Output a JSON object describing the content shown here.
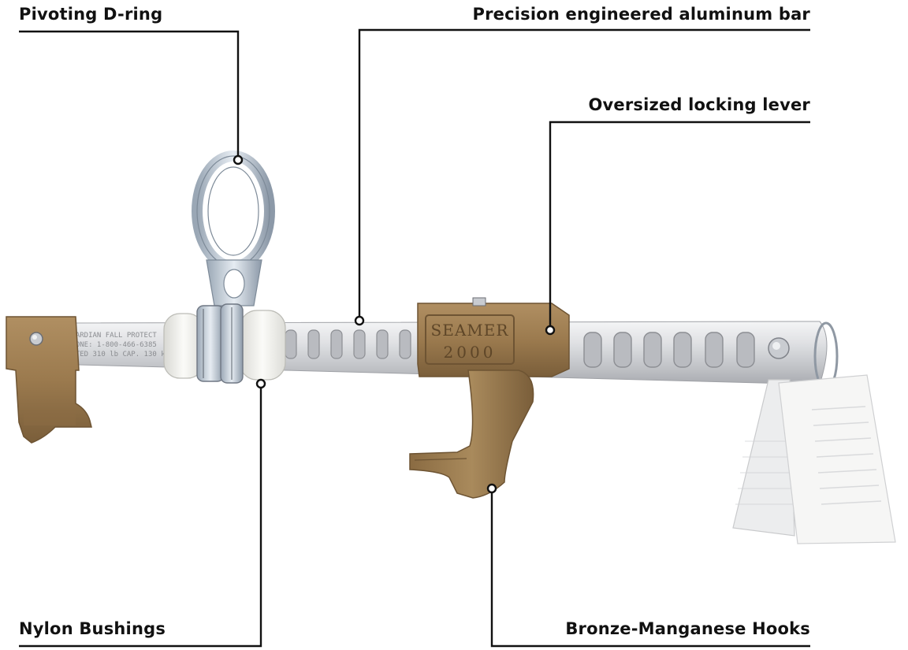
{
  "callouts": {
    "d_ring": "Pivoting D-ring",
    "aluminum_bar": "Precision engineered aluminum bar",
    "locking_lever": "Oversized locking lever",
    "nylon_bushings": "Nylon Bushings",
    "hooks": "Bronze-Manganese Hooks"
  },
  "product": {
    "name_line1": "SEAMER",
    "name_line2": "2000",
    "bar_engraving_1": "GUARDIAN FALL PROTECT",
    "bar_engraving_2": "PHONE: 1-800-466-6385",
    "bar_engraving_3": "RATED 310 lb CAP. 130 kN/25"
  },
  "colors": {
    "bronze": "#9b7a4e",
    "bronze_dark": "#6e5433",
    "aluminum": "#d9dadd",
    "nylon": "#f1f1ee",
    "line": "#111111"
  }
}
